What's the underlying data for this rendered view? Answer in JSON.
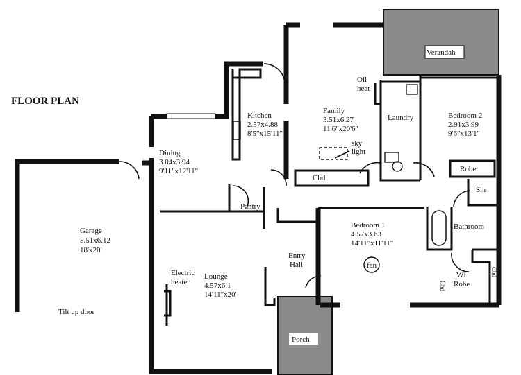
{
  "title": "FLOOR PLAN",
  "rooms": {
    "garage": {
      "name": "Garage",
      "metric": "5.51x6.12",
      "imperial": "18'x20'",
      "note": "Tilt up door"
    },
    "dining": {
      "name": "Dining",
      "metric": "3.04x3.94",
      "imperial": "9'11\"x12'11\""
    },
    "kitchen": {
      "name": "Kitchen",
      "metric": "2.57x4.88",
      "imperial": "8'5\"x15'11\""
    },
    "family": {
      "name": "Family",
      "metric": "3.51x6.27",
      "imperial": "11'6\"x20'6\""
    },
    "bedroom2": {
      "name": "Bedroom 2",
      "metric": "2.91x3.99",
      "imperial": "9'6\"x13'1\""
    },
    "bedroom1": {
      "name": "Bedroom 1",
      "metric": "4.57x3.63",
      "imperial": "14'11\"x11'11\""
    },
    "lounge": {
      "name": "Lounge",
      "metric": "4.57x6.1",
      "imperial": "14'11\"x20'"
    },
    "verandah": {
      "name": "Verandah"
    },
    "laundry": {
      "name": "Laundry"
    },
    "pantry": {
      "name": "Pantry"
    },
    "entry_hall": {
      "line1": "Entry",
      "line2": "Hall"
    },
    "porch": {
      "name": "Porch"
    },
    "bathroom": {
      "name": "Bathroom"
    },
    "shr": {
      "name": "Shr"
    },
    "robe": {
      "name": "Robe"
    },
    "wi_robe": {
      "line1": "WI",
      "line2": "Robe"
    }
  },
  "fixtures": {
    "oil_heat": {
      "line1": "Oil",
      "line2": "heat"
    },
    "skylight": {
      "line1": "sky",
      "line2": "light"
    },
    "cbd_family": "Cbd",
    "cbd_wi": "Cbd",
    "cbd_bath": "Cbd",
    "fan": "fan",
    "electric_heater": {
      "line1": "Electric",
      "line2": "heater"
    }
  },
  "colors": {
    "walls": "#111111",
    "shaded_area": "#8a8a8a"
  }
}
